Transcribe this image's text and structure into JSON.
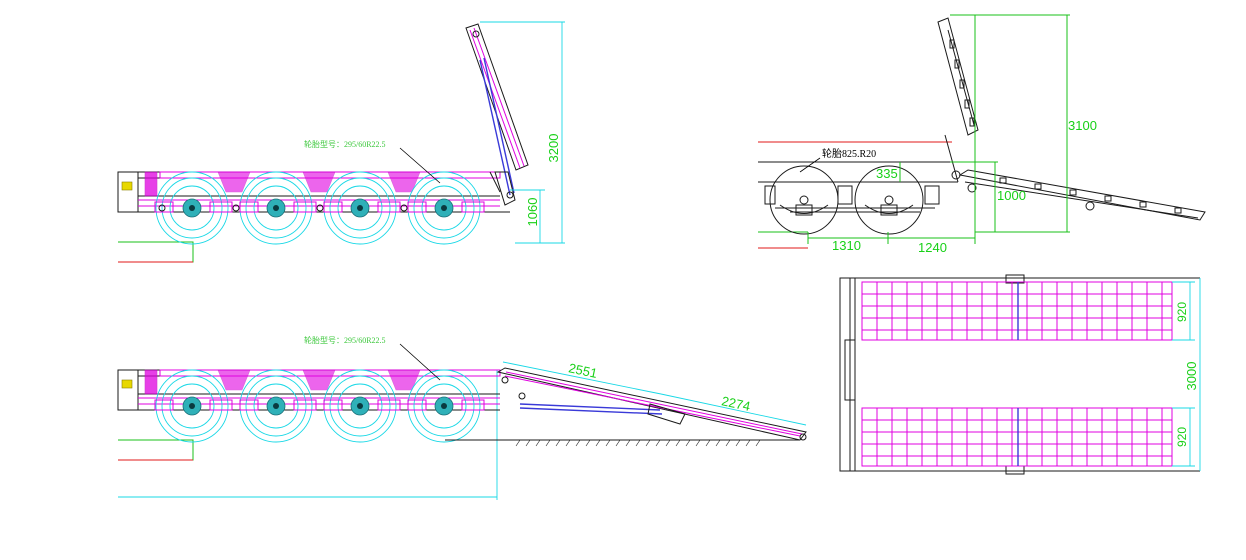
{
  "views": {
    "side_raised": {
      "tire_note": "轮胎型号：295/60R22.5",
      "dim_height": "3200",
      "dim_deck": "1060"
    },
    "side_lowered": {
      "tire_note": "轮胎型号：295/60R22.5",
      "dim_ramp_upper": "2551",
      "dim_ramp_lower": "2274"
    },
    "rear_side": {
      "tire_note": "轮胎825.R20",
      "dim_height": "3100",
      "dim_335": "335",
      "dim_1000": "1000",
      "dim_1310": "1310",
      "dim_1240": "1240"
    },
    "top_ramps": {
      "dim_width": "3000",
      "dim_ramp_top": "920",
      "dim_ramp_bottom": "920"
    }
  },
  "colors": {
    "outline": "#1a1a1a",
    "structure": "#e000e0",
    "wheels": "#19d8e6",
    "dimension_text": "#18d018",
    "hydraulic": "#3a3ad8",
    "reference": "#e01818"
  }
}
